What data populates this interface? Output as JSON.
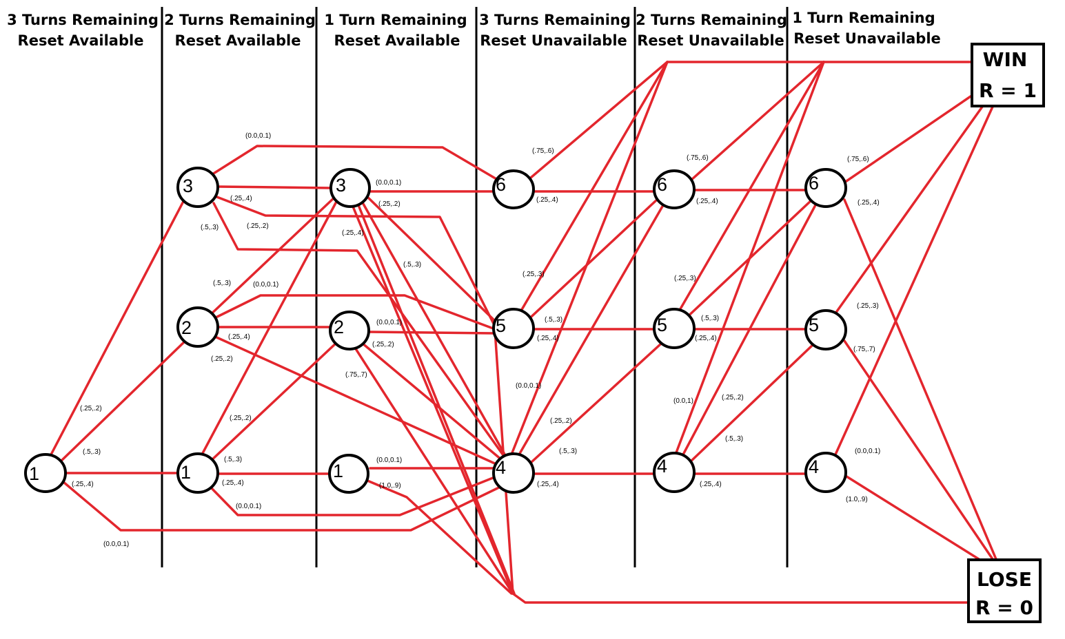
{
  "headers": [
    {
      "line1": "3 Turns Remaining",
      "line2": "Reset Available"
    },
    {
      "line1": "2 Turns Remaining",
      "line2": "Reset Available"
    },
    {
      "line1": "1 Turn Remaining",
      "line2": "Reset Available"
    },
    {
      "line1": "3 Turns Remaining",
      "line2": "Reset Unavailable"
    },
    {
      "line1": "2 Turns Remaining",
      "line2": "Reset Unavailable"
    },
    {
      "line1": "1 Turn Remaining",
      "line2": "Reset Unavailable"
    }
  ],
  "terminals": {
    "win": {
      "line1": "WIN",
      "line2": "R = 1"
    },
    "lose": {
      "line1": "LOSE",
      "line2": "R = 0"
    }
  },
  "nodes": [
    {
      "id": "a1",
      "label": "1"
    },
    {
      "id": "b3",
      "label": "3"
    },
    {
      "id": "b2",
      "label": "2"
    },
    {
      "id": "b1",
      "label": "1"
    },
    {
      "id": "c3",
      "label": "3"
    },
    {
      "id": "c2",
      "label": "2"
    },
    {
      "id": "c1",
      "label": "1"
    },
    {
      "id": "d6",
      "label": "6"
    },
    {
      "id": "d5",
      "label": "5"
    },
    {
      "id": "d4",
      "label": "4"
    },
    {
      "id": "e6",
      "label": "6"
    },
    {
      "id": "e5",
      "label": "5"
    },
    {
      "id": "e4",
      "label": "4"
    },
    {
      "id": "f6",
      "label": "6"
    },
    {
      "id": "f5",
      "label": "5"
    },
    {
      "id": "f4",
      "label": "4"
    }
  ],
  "edge_labels": [
    "(.25,.2)",
    "(.5,.3)",
    "(.25,.4)",
    "(0.0,0.1)",
    "(0.0,0.1)",
    "(.25,.4)",
    "(.25,.2)",
    "(.5,.3)",
    "(.5,.3)",
    "(0.0,0.1)",
    "(.25,.4)",
    "(.25,.2)",
    "(.25,.2)",
    "(.5,.3)",
    "(.25,.4)",
    "(0.0,0.1)",
    "(0.0,0.1)",
    "(.25,.2)",
    "(.25,.4)",
    "(.5,.3)",
    "(0.0,0.1)",
    "(.25,.2)",
    "(.75,.7)",
    "(0.0,0.1)",
    "(1.0,.9)",
    "(.75,.6)",
    "(.25,.4)",
    "(.25,.3)",
    "(.5,.3)",
    "(.25,.4)",
    "(0.0,0.1)",
    "(.25,.2)",
    "(.5,.3)",
    "(.25,.4)",
    "(.75,.6)",
    "(.25,.4)",
    "(.25,.3)",
    "(.5,.3)",
    "(.25,.4)",
    "(0.0,1)",
    "(.25,.2)",
    "(.5,.3)",
    "(.25,.4)",
    "(.75,.6)",
    "(.25,.4)",
    "(.25,.3)",
    "(.75,.7)",
    "(0.0,0.1)",
    "(1.0,.9)"
  ]
}
